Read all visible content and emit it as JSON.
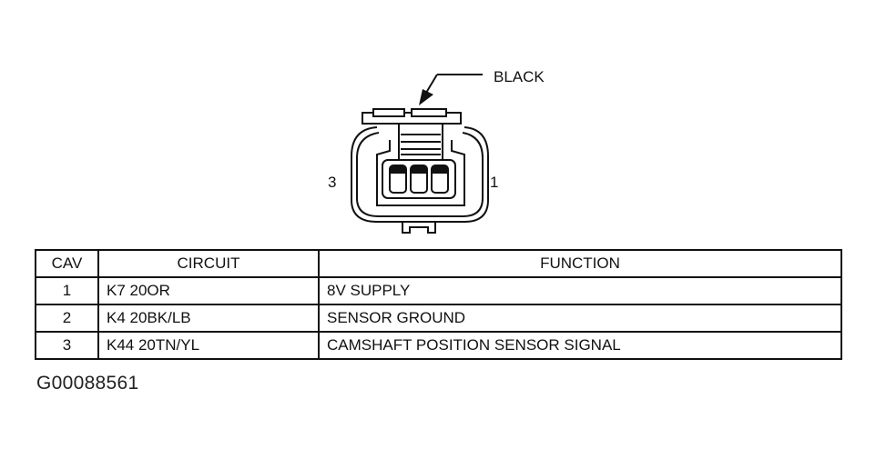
{
  "connector": {
    "color_label": "BLACK",
    "cavity_left_label": "3",
    "cavity_right_label": "1"
  },
  "table": {
    "headers": [
      "CAV",
      "CIRCUIT",
      "FUNCTION"
    ],
    "rows": [
      {
        "cav": "1",
        "circuit": "K7 20OR",
        "function": "8V SUPPLY"
      },
      {
        "cav": "2",
        "circuit": "K4 20BK/LB",
        "function": "SENSOR GROUND"
      },
      {
        "cav": "3",
        "circuit": "K44 20TN/YL",
        "function": "CAMSHAFT POSITION SENSOR SIGNAL"
      }
    ]
  },
  "figure_id": "G00088561"
}
